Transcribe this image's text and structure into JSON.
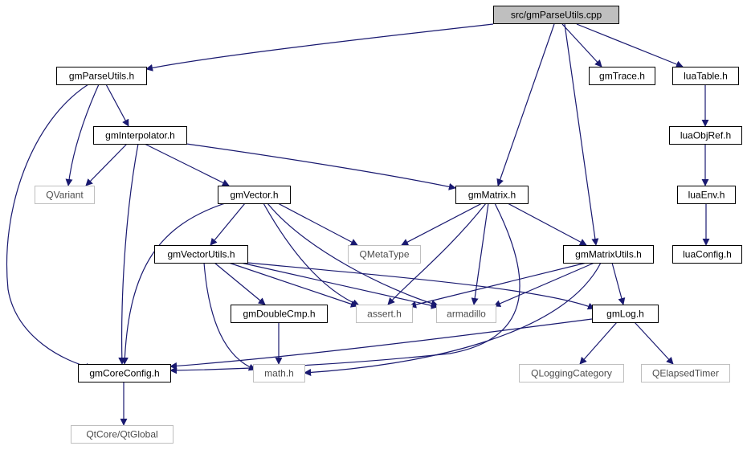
{
  "nodes": [
    {
      "id": "root",
      "label": "src/gmParseUtils.cpp",
      "kind": "root"
    },
    {
      "id": "gmParseUtils",
      "label": "gmParseUtils.h",
      "kind": "local"
    },
    {
      "id": "gmTrace",
      "label": "gmTrace.h",
      "kind": "local"
    },
    {
      "id": "luaTable",
      "label": "luaTable.h",
      "kind": "local"
    },
    {
      "id": "gmInterpolator",
      "label": "gmInterpolator.h",
      "kind": "local"
    },
    {
      "id": "luaObjRef",
      "label": "luaObjRef.h",
      "kind": "local"
    },
    {
      "id": "QVariant",
      "label": "QVariant",
      "kind": "external"
    },
    {
      "id": "gmVector",
      "label": "gmVector.h",
      "kind": "local"
    },
    {
      "id": "gmMatrix",
      "label": "gmMatrix.h",
      "kind": "local"
    },
    {
      "id": "luaEnv",
      "label": "luaEnv.h",
      "kind": "local"
    },
    {
      "id": "gmVectorUtils",
      "label": "gmVectorUtils.h",
      "kind": "local"
    },
    {
      "id": "QMetaType",
      "label": "QMetaType",
      "kind": "external"
    },
    {
      "id": "gmMatrixUtils",
      "label": "gmMatrixUtils.h",
      "kind": "local"
    },
    {
      "id": "luaConfig",
      "label": "luaConfig.h",
      "kind": "local"
    },
    {
      "id": "gmDoubleCmp",
      "label": "gmDoubleCmp.h",
      "kind": "local"
    },
    {
      "id": "assert",
      "label": "assert.h",
      "kind": "external"
    },
    {
      "id": "armadillo",
      "label": "armadillo",
      "kind": "external"
    },
    {
      "id": "gmLog",
      "label": "gmLog.h",
      "kind": "local"
    },
    {
      "id": "gmCoreConfig",
      "label": "gmCoreConfig.h",
      "kind": "local"
    },
    {
      "id": "math",
      "label": "math.h",
      "kind": "external"
    },
    {
      "id": "QLoggingCategory",
      "label": "QLoggingCategory",
      "kind": "external"
    },
    {
      "id": "QElapsedTimer",
      "label": "QElapsedTimer",
      "kind": "external"
    },
    {
      "id": "QtGlobal",
      "label": "QtCore/QtGlobal",
      "kind": "external"
    }
  ],
  "edges": [
    {
      "from": "root",
      "to": "gmParseUtils"
    },
    {
      "from": "root",
      "to": "gmTrace"
    },
    {
      "from": "root",
      "to": "luaTable"
    },
    {
      "from": "root",
      "to": "gmMatrix"
    },
    {
      "from": "root",
      "to": "gmMatrixUtils"
    },
    {
      "from": "gmParseUtils",
      "to": "gmInterpolator"
    },
    {
      "from": "gmParseUtils",
      "to": "QVariant"
    },
    {
      "from": "gmParseUtils",
      "to": "gmCoreConfig"
    },
    {
      "from": "luaTable",
      "to": "luaObjRef"
    },
    {
      "from": "luaObjRef",
      "to": "luaEnv"
    },
    {
      "from": "luaEnv",
      "to": "luaConfig"
    },
    {
      "from": "gmInterpolator",
      "to": "QVariant"
    },
    {
      "from": "gmInterpolator",
      "to": "gmVector"
    },
    {
      "from": "gmInterpolator",
      "to": "gmMatrix"
    },
    {
      "from": "gmInterpolator",
      "to": "gmCoreConfig"
    },
    {
      "from": "gmVector",
      "to": "gmVectorUtils"
    },
    {
      "from": "gmVector",
      "to": "QMetaType"
    },
    {
      "from": "gmVector",
      "to": "assert"
    },
    {
      "from": "gmVector",
      "to": "armadillo"
    },
    {
      "from": "gmVector",
      "to": "gmCoreConfig"
    },
    {
      "from": "gmMatrix",
      "to": "QMetaType"
    },
    {
      "from": "gmMatrix",
      "to": "gmMatrixUtils"
    },
    {
      "from": "gmMatrix",
      "to": "assert"
    },
    {
      "from": "gmMatrix",
      "to": "armadillo"
    },
    {
      "from": "gmMatrix",
      "to": "gmCoreConfig"
    },
    {
      "from": "gmVectorUtils",
      "to": "gmDoubleCmp"
    },
    {
      "from": "gmVectorUtils",
      "to": "assert"
    },
    {
      "from": "gmVectorUtils",
      "to": "armadillo"
    },
    {
      "from": "gmVectorUtils",
      "to": "gmLog"
    },
    {
      "from": "gmVectorUtils",
      "to": "math"
    },
    {
      "from": "gmMatrixUtils",
      "to": "assert"
    },
    {
      "from": "gmMatrixUtils",
      "to": "armadillo"
    },
    {
      "from": "gmMatrixUtils",
      "to": "gmLog"
    },
    {
      "from": "gmMatrixUtils",
      "to": "math"
    },
    {
      "from": "gmDoubleCmp",
      "to": "math"
    },
    {
      "from": "gmLog",
      "to": "gmCoreConfig"
    },
    {
      "from": "gmLog",
      "to": "QLoggingCategory"
    },
    {
      "from": "gmLog",
      "to": "QElapsedTimer"
    },
    {
      "from": "gmCoreConfig",
      "to": "QtGlobal"
    }
  ]
}
